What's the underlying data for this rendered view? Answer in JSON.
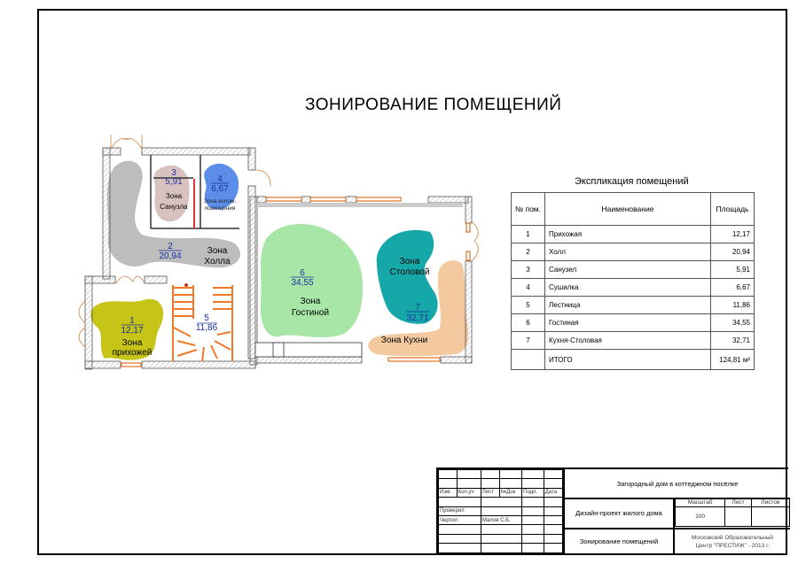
{
  "drawing": {
    "title": "ЗОНИРОВАНИЕ ПОМЕЩЕНИЙ"
  },
  "zones": [
    {
      "id": "1",
      "area": "12,17",
      "label_line1": "Зона",
      "label_line2": "прихожей",
      "color": "#c5c417"
    },
    {
      "id": "2",
      "area": "20,94",
      "label_line1": "Зона",
      "label_line2": "Холла",
      "color": "#bdbdbd"
    },
    {
      "id": "3",
      "area": "5,91",
      "label_line1": "Зона",
      "label_line2": "Санузла",
      "color": "#d8c2c0"
    },
    {
      "id": "4",
      "area": "6,67",
      "label_line1": "Зона вспом.",
      "label_line2": "помещения",
      "color": "#5b8ee8"
    },
    {
      "id": "5",
      "area": "11,86",
      "label_line1": "",
      "label_line2": "",
      "color": "#f07a2a"
    },
    {
      "id": "6",
      "area": "34,55",
      "label_line1": "Зона",
      "label_line2": "Гостиной",
      "color": "#a8e6a8"
    },
    {
      "id": "7",
      "area": "32,71",
      "label_line1": "Зона",
      "label_line2": "Столовой",
      "color": "#16a8a8"
    },
    {
      "id": "7k",
      "area": "",
      "label_line1": "Зона Кухни",
      "label_line2": "",
      "color": "#f5c9a0"
    }
  ],
  "explication": {
    "title": "Экспликация помещений",
    "headers": [
      "№ пом.",
      "Наименование",
      "Площадь"
    ],
    "rows": [
      {
        "num": "1",
        "name": "Прихожая",
        "area": "12,17"
      },
      {
        "num": "2",
        "name": "Холл",
        "area": "20,94"
      },
      {
        "num": "3",
        "name": "Санузел",
        "area": "5,91"
      },
      {
        "num": "4",
        "name": "Сушилка",
        "area": "6,67"
      },
      {
        "num": "5",
        "name": "Лестница",
        "area": "11,86"
      },
      {
        "num": "6",
        "name": "Гостиная",
        "area": "34,55"
      },
      {
        "num": "7",
        "name": "Кухня-Столовая",
        "area": "32,71"
      }
    ],
    "total_label": "ИТОГО",
    "total_area": "124,81 м²"
  },
  "title_block": {
    "columns": [
      "Изм.",
      "Кол.уч",
      "Лист",
      "№Док",
      "Подп.",
      "Дата"
    ],
    "checked_label": "Проверил",
    "drawn_label": "Чертил",
    "drawn_by": "Малов С.Б.",
    "project": "Загородный дом в коттеджном посёлке",
    "design": "Дизайн-проект жилого дома",
    "sheet_name": "Зонирование помещений",
    "scale_label": "Масштаб",
    "sheet_label": "Лист",
    "sheets_label": "Листов",
    "scale_value": "100",
    "sheet_value": "",
    "sheets_value": "",
    "organization_line1": "Московский Образовательный",
    "organization_line2": "Центр \"ПРЕСТИЖ\" - 2013 г."
  }
}
